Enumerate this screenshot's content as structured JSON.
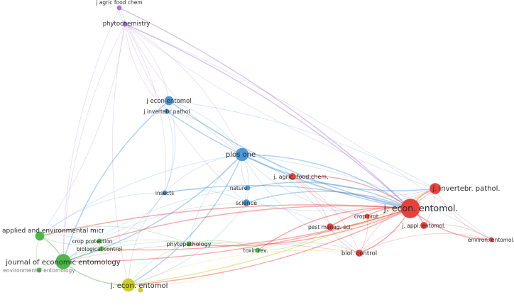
{
  "colors": {
    "red": "#e8403d",
    "blue": "#4a98d8",
    "green": "#4cb84a",
    "yellow": "#cccc2a",
    "purple": "#a57ad6",
    "label": "#2a2a2a",
    "muted_label": "#777777"
  },
  "network": {
    "nodes": [
      {
        "id": "j-agric-food-chem-purple",
        "label": "j agric food chem",
        "cluster": "purple",
        "weight": 1
      },
      {
        "id": "phytochemistry",
        "label": "phytochemistry",
        "cluster": "purple",
        "weight": 1
      },
      {
        "id": "j-econ-entomol-blue",
        "label": "j econ entomol",
        "cluster": "blue",
        "weight": 3
      },
      {
        "id": "j-invertebr-pathol-blue",
        "label": "j invertebr pathol",
        "cluster": "blue",
        "weight": 1
      },
      {
        "id": "plos-one",
        "label": "plos one",
        "cluster": "blue",
        "weight": 5
      },
      {
        "id": "nature",
        "label": "nature",
        "cluster": "blue",
        "weight": 1
      },
      {
        "id": "science",
        "label": "science",
        "cluster": "blue",
        "weight": 2
      },
      {
        "id": "insects",
        "label": "insects",
        "cluster": "blue",
        "weight": 1
      },
      {
        "id": "j-agric-food-chem-red",
        "label": "j. agric. food chem.",
        "cluster": "red",
        "weight": 2
      },
      {
        "id": "j-invertebr-pathol-red",
        "label": "j. invertebr. pathol.",
        "cluster": "red",
        "weight": 4
      },
      {
        "id": "j-econ-entomol-red",
        "label": "j. econ. entomol.",
        "cluster": "red",
        "weight": 8
      },
      {
        "id": "crop-prot",
        "label": "crop prot.",
        "cluster": "red",
        "weight": 1
      },
      {
        "id": "j-appl-entomol",
        "label": "j. appl. entomol.",
        "cluster": "red",
        "weight": 2
      },
      {
        "id": "pest-manag-sci",
        "label": "pest manag. sci.",
        "cluster": "red",
        "weight": 2
      },
      {
        "id": "biol-control",
        "label": "biol. control",
        "cluster": "red",
        "weight": 2
      },
      {
        "id": "environ-entomol",
        "label": "environ. entomol.",
        "cluster": "red",
        "weight": 1
      },
      {
        "id": "applied-environmental-micr",
        "label": "applied and environmental micr",
        "cluster": "green",
        "weight": 3
      },
      {
        "id": "crop-protection",
        "label": "crop protection",
        "cluster": "green",
        "weight": 1
      },
      {
        "id": "biological-control",
        "label": "biological control",
        "cluster": "green",
        "weight": 1
      },
      {
        "id": "journal-economic-entomology",
        "label": "journal of economic entomology",
        "cluster": "green",
        "weight": 6
      },
      {
        "id": "environmental-entomology",
        "label": "environmental entomology",
        "cluster": "green",
        "weight": 1
      },
      {
        "id": "phytopathology",
        "label": "phytopathology",
        "cluster": "green",
        "weight": 1
      },
      {
        "id": "toxins-rev",
        "label": "toxin rev.",
        "cluster": "green",
        "weight": 1
      },
      {
        "id": "j-econ-entomol-yellow",
        "label": "j. econ. entomol",
        "cluster": "yellow",
        "weight": 5
      },
      {
        "id": "yellow-small",
        "label": "",
        "cluster": "yellow",
        "weight": 1
      }
    ],
    "edges": [
      [
        "j-agric-food-chem-purple",
        "phytochemistry"
      ],
      [
        "phytochemistry",
        "j-econ-entomol-blue"
      ],
      [
        "phytochemistry",
        "j-invertebr-pathol-blue"
      ],
      [
        "phytochemistry",
        "plos-one"
      ],
      [
        "phytochemistry",
        "science"
      ],
      [
        "phytochemistry",
        "j-econ-entomol-red"
      ],
      [
        "phytochemistry",
        "j-invertebr-pathol-red"
      ],
      [
        "phytochemistry",
        "insects"
      ],
      [
        "phytochemistry",
        "journal-economic-entomology"
      ],
      [
        "phytochemistry",
        "applied-environmental-micr"
      ],
      [
        "phytochemistry",
        "j-econ-entomol-yellow"
      ],
      [
        "phytochemistry",
        "environ-entomol"
      ],
      [
        "j-agric-food-chem-purple",
        "plos-one"
      ],
      [
        "j-agric-food-chem-purple",
        "j-econ-entomol-red"
      ],
      [
        "j-agric-food-chem-purple",
        "journal-economic-entomology"
      ],
      [
        "j-econ-entomol-blue",
        "plos-one"
      ],
      [
        "j-econ-entomol-blue",
        "j-invertebr-pathol-blue"
      ],
      [
        "j-econ-entomol-blue",
        "insects"
      ],
      [
        "j-econ-entomol-blue",
        "j-econ-entomol-red"
      ],
      [
        "j-econ-entomol-blue",
        "j-invertebr-pathol-red"
      ],
      [
        "j-econ-entomol-blue",
        "journal-economic-entomology"
      ],
      [
        "j-invertebr-pathol-blue",
        "plos-one"
      ],
      [
        "j-invertebr-pathol-blue",
        "j-econ-entomol-red"
      ],
      [
        "j-invertebr-pathol-blue",
        "insects"
      ],
      [
        "plos-one",
        "nature"
      ],
      [
        "plos-one",
        "science"
      ],
      [
        "plos-one",
        "insects"
      ],
      [
        "plos-one",
        "j-econ-entomol-red"
      ],
      [
        "plos-one",
        "j-invertebr-pathol-red"
      ],
      [
        "plos-one",
        "j-agric-food-chem-red"
      ],
      [
        "plos-one",
        "crop-prot"
      ],
      [
        "plos-one",
        "pest-manag-sci"
      ],
      [
        "plos-one",
        "biol-control"
      ],
      [
        "plos-one",
        "journal-economic-entomology"
      ],
      [
        "plos-one",
        "applied-environmental-micr"
      ],
      [
        "plos-one",
        "j-econ-entomol-yellow"
      ],
      [
        "plos-one",
        "phytopathology"
      ],
      [
        "plos-one",
        "environ-entomol"
      ],
      [
        "nature",
        "science"
      ],
      [
        "nature",
        "j-econ-entomol-red"
      ],
      [
        "nature",
        "journal-economic-entomology"
      ],
      [
        "science",
        "j-econ-entomol-red"
      ],
      [
        "science",
        "j-invertebr-pathol-red"
      ],
      [
        "science",
        "biol-control"
      ],
      [
        "science",
        "journal-economic-entomology"
      ],
      [
        "science",
        "j-econ-entomol-yellow"
      ],
      [
        "science",
        "insects"
      ],
      [
        "insects",
        "journal-economic-entomology"
      ],
      [
        "insects",
        "applied-environmental-micr"
      ],
      [
        "insects",
        "j-econ-entomol-red"
      ],
      [
        "insects",
        "j-econ-entomol-yellow"
      ],
      [
        "j-agric-food-chem-red",
        "j-econ-entomol-red"
      ],
      [
        "j-agric-food-chem-red",
        "j-invertebr-pathol-red"
      ],
      [
        "j-agric-food-chem-red",
        "pest-manag-sci"
      ],
      [
        "j-agric-food-chem-red",
        "crop-prot"
      ],
      [
        "j-agric-food-chem-red",
        "biol-control"
      ],
      [
        "j-invertebr-pathol-red",
        "j-econ-entomol-red"
      ],
      [
        "j-invertebr-pathol-red",
        "j-appl-entomol"
      ],
      [
        "j-invertebr-pathol-red",
        "biol-control"
      ],
      [
        "j-invertebr-pathol-red",
        "pest-manag-sci"
      ],
      [
        "j-invertebr-pathol-red",
        "environ-entomol"
      ],
      [
        "j-invertebr-pathol-red",
        "crop-prot"
      ],
      [
        "j-econ-entomol-red",
        "crop-prot"
      ],
      [
        "j-econ-entomol-red",
        "j-appl-entomol"
      ],
      [
        "j-econ-entomol-red",
        "pest-manag-sci"
      ],
      [
        "j-econ-entomol-red",
        "biol-control"
      ],
      [
        "j-econ-entomol-red",
        "environ-entomol"
      ],
      [
        "j-econ-entomol-red",
        "journal-economic-entomology"
      ],
      [
        "j-econ-entomol-red",
        "applied-environmental-micr"
      ],
      [
        "j-econ-entomol-red",
        "j-econ-entomol-yellow"
      ],
      [
        "j-econ-entomol-red",
        "toxins-rev"
      ],
      [
        "j-econ-entomol-red",
        "biological-control"
      ],
      [
        "j-econ-entomol-red",
        "crop-protection"
      ],
      [
        "j-econ-entomol-red",
        "phytopathology"
      ],
      [
        "crop-prot",
        "pest-manag-sci"
      ],
      [
        "crop-prot",
        "biol-control"
      ],
      [
        "j-appl-entomol",
        "biol-control"
      ],
      [
        "j-appl-entomol",
        "environ-entomol"
      ],
      [
        "pest-manag-sci",
        "biol-control"
      ],
      [
        "biol-control",
        "environ-entomol"
      ],
      [
        "biol-control",
        "journal-economic-entomology"
      ],
      [
        "applied-environmental-micr",
        "journal-economic-entomology"
      ],
      [
        "applied-environmental-micr",
        "crop-protection"
      ],
      [
        "applied-environmental-micr",
        "biological-control"
      ],
      [
        "applied-environmental-micr",
        "environmental-entomology"
      ],
      [
        "applied-environmental-micr",
        "phytopathology"
      ],
      [
        "journal-economic-entomology",
        "crop-protection"
      ],
      [
        "journal-economic-entomology",
        "biological-control"
      ],
      [
        "journal-economic-entomology",
        "environmental-entomology"
      ],
      [
        "journal-economic-entomology",
        "phytopathology"
      ],
      [
        "journal-economic-entomology",
        "j-econ-entomol-yellow"
      ],
      [
        "journal-economic-entomology",
        "toxins-rev"
      ],
      [
        "crop-protection",
        "biological-control"
      ],
      [
        "phytopathology",
        "toxins-rev"
      ],
      [
        "phytopathology",
        "j-econ-entomol-yellow"
      ],
      [
        "j-econ-entomol-yellow",
        "yellow-small"
      ],
      [
        "j-econ-entomol-yellow",
        "toxins-rev"
      ],
      [
        "j-econ-entomol-yellow",
        "biol-control"
      ],
      [
        "j-econ-entomol-yellow",
        "j-invertebr-pathol-red"
      ],
      [
        "toxins-rev",
        "biol-control"
      ],
      [
        "toxins-rev",
        "pest-manag-sci"
      ]
    ]
  }
}
